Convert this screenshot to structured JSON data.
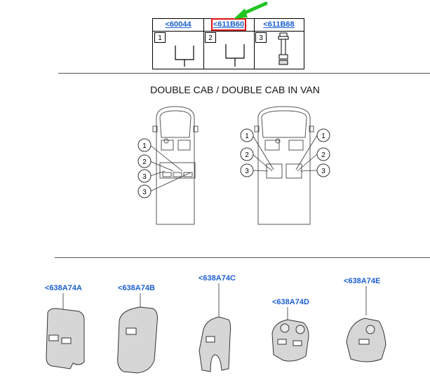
{
  "parts_table": {
    "cells": [
      {
        "ref": "<60044",
        "number": "1"
      },
      {
        "ref": "<611B60",
        "number": "2"
      },
      {
        "ref": "<611B68",
        "number": "3"
      }
    ]
  },
  "section_title": "DOUBLE CAB / DOUBLE CAB IN VAN",
  "diagram": {
    "callouts": [
      "1",
      "2",
      "3"
    ]
  },
  "components": [
    {
      "ref": "<638A74A"
    },
    {
      "ref": "<638A74B"
    },
    {
      "ref": "<638A74C"
    },
    {
      "ref": "<638A74D"
    },
    {
      "ref": "<638A74E"
    }
  ],
  "colors": {
    "link": "#1a5fd0",
    "highlight": "#e01010",
    "arrow": "#22c422"
  }
}
